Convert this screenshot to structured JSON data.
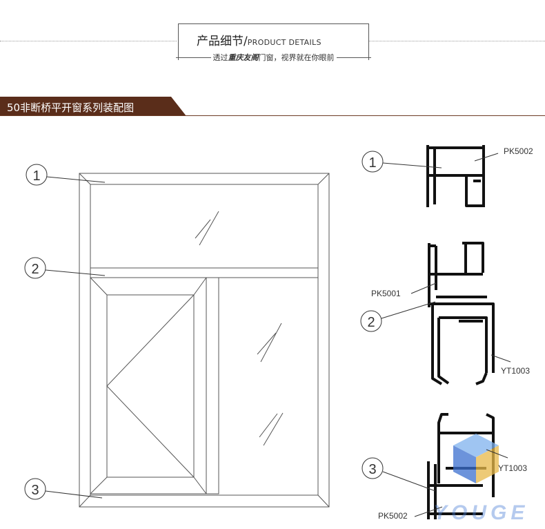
{
  "header": {
    "title_cn": "产品细节/",
    "title_en": "PRODUCT DETAILS",
    "subtitle_prefix": "透过",
    "subtitle_brand": "重庆友阁",
    "subtitle_suffix": "门窗，视界就在你眼前"
  },
  "banner": {
    "label": "50非断桥平开窗系列装配图"
  },
  "callouts": {
    "c1": "1",
    "c2": "2",
    "c3": "3"
  },
  "profiles": {
    "pk5002_top": "PK5002",
    "pk5001": "PK5001",
    "yt1003_mid": "YT1003",
    "yt1003_bot": "YT1003",
    "pk5002_bot": "PK5002"
  },
  "watermark": {
    "text": "YOUGE"
  },
  "colors": {
    "banner": "#5a2d1a",
    "line": "#555555",
    "watermark": "#4a7fd6"
  },
  "icons": [
    "glass-reflection-icon",
    "sash-opening-icon",
    "logo-cube-icon"
  ]
}
